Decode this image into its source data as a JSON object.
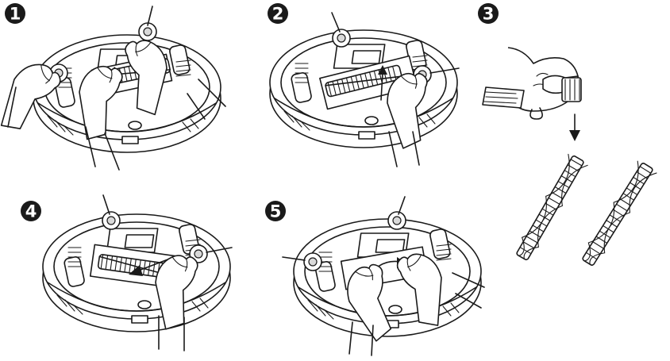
{
  "colors": {
    "ink": "#1a1a1a",
    "paper": "#ffffff",
    "shade": "#d9d9d9"
  },
  "steps": [
    {
      "number": "1",
      "icon": "robot-open-brush-cover-icon"
    },
    {
      "number": "2",
      "icon": "robot-remove-brush-icon"
    },
    {
      "number": "3",
      "icon": "brush-cleaning-tool-icon"
    },
    {
      "number": "4",
      "icon": "robot-insert-brush-icon"
    },
    {
      "number": "5",
      "icon": "robot-close-brush-cover-icon"
    }
  ]
}
